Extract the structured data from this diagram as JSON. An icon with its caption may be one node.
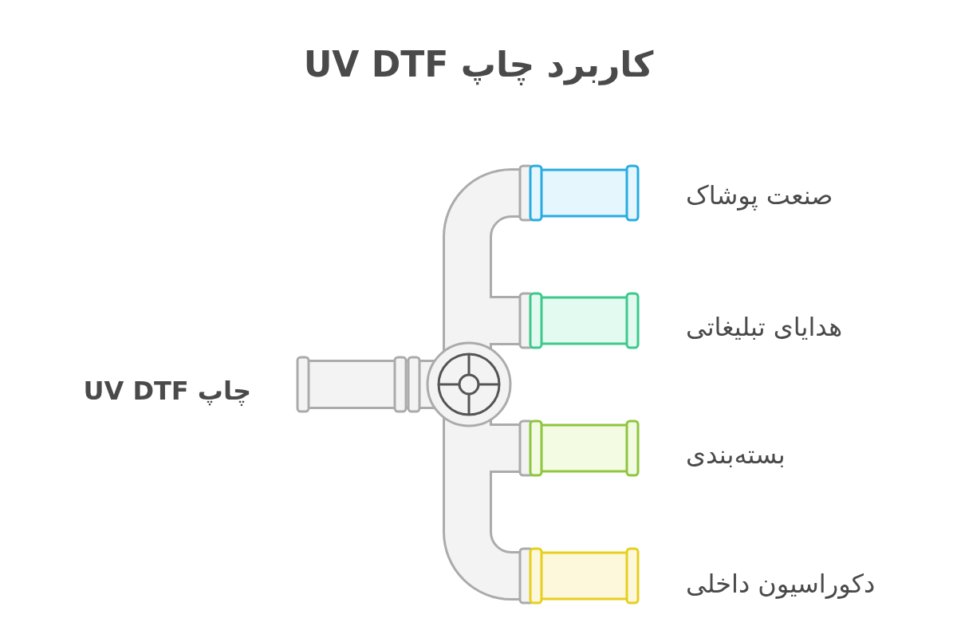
{
  "diagram": {
    "title": "کاربرد چاپ UV DTF",
    "nodes": [
      {
        "text": [
          "چاپ UV DTF"
        ]
      },
      {
        "text": [
          "صنعت پوشاک"
        ]
      },
      {
        "text": [
          "هدایای تبلیغاتی"
        ]
      },
      {
        "text": [
          "بسته‌بندی"
        ]
      },
      {
        "text": [
          "دکوراسیون داخلی"
        ]
      }
    ]
  }
}
